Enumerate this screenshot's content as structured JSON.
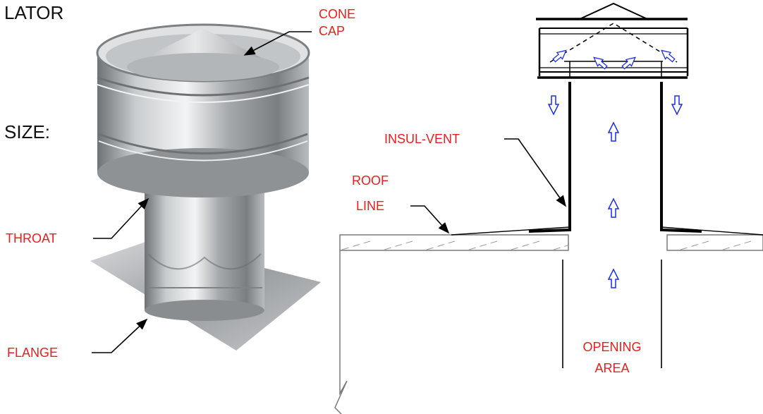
{
  "heading_fragments": {
    "top": "LATOR",
    "size": "SIZE:"
  },
  "photo_labels": {
    "cone_cap": [
      "CONE",
      "CAP"
    ],
    "throat": "THROAT",
    "flange": "FLANGE"
  },
  "section_labels": {
    "insul_vent": "INSUL-VENT",
    "roof_line": [
      "ROOF",
      "LINE"
    ],
    "opening_area": [
      "OPENING",
      "AREA"
    ]
  },
  "colors": {
    "label_red": "#ee1c1c",
    "airflow_blue": "#1a2ee6",
    "line": "#000000",
    "roof_gray": "#7a7a7a"
  },
  "icons": {
    "airflow_arrow": "hollow-arrow-icon",
    "leader": "leader-arrow-icon"
  }
}
